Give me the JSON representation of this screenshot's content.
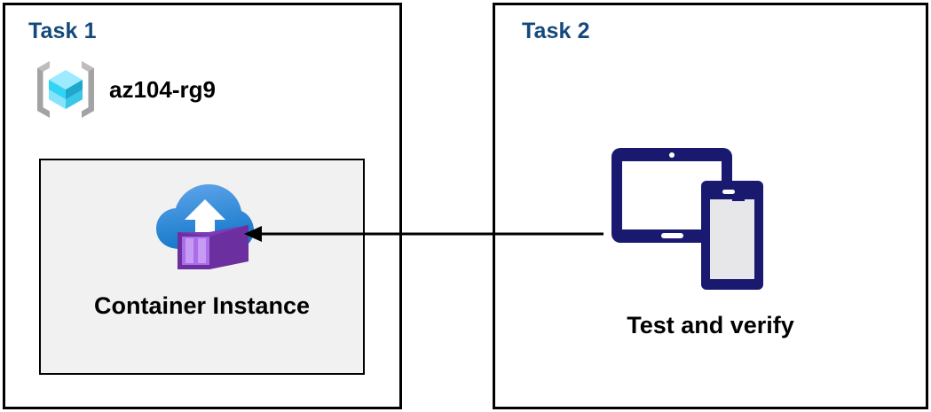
{
  "diagram": {
    "title": "Azure Container Instance task diagram",
    "colors": {
      "panel_border": "#000000",
      "task_title": "#15497b",
      "card_background": "#f1f1f1",
      "card_border": "#000000",
      "arrow": "#000000",
      "device_navy": "#191970",
      "cloud_blue_light": "#5ba0e8",
      "cloud_blue_dark": "#1b7fd4",
      "container_purple_light": "#b07cf0",
      "container_purple_dark": "#6b2fa0",
      "rg_cube_cyan": "#32d4f5",
      "rg_bracket_gray": "#a3a3a3"
    }
  },
  "panels": [
    {
      "id": "task1",
      "title": "Task 1",
      "resource_group": {
        "icon": "azure-resource-group-icon",
        "label": "az104-rg9"
      },
      "card": {
        "icon": "container-instance-icon",
        "label": "Container Instance"
      }
    },
    {
      "id": "task2",
      "title": "Task 2",
      "device": {
        "icon": "tablet-and-phone-icon",
        "label": "Test and verify"
      }
    }
  ],
  "connector": {
    "name": "arrow-task2-to-container-instance",
    "direction": "right-to-left",
    "style": "solid-line-with-filled-arrowhead"
  }
}
